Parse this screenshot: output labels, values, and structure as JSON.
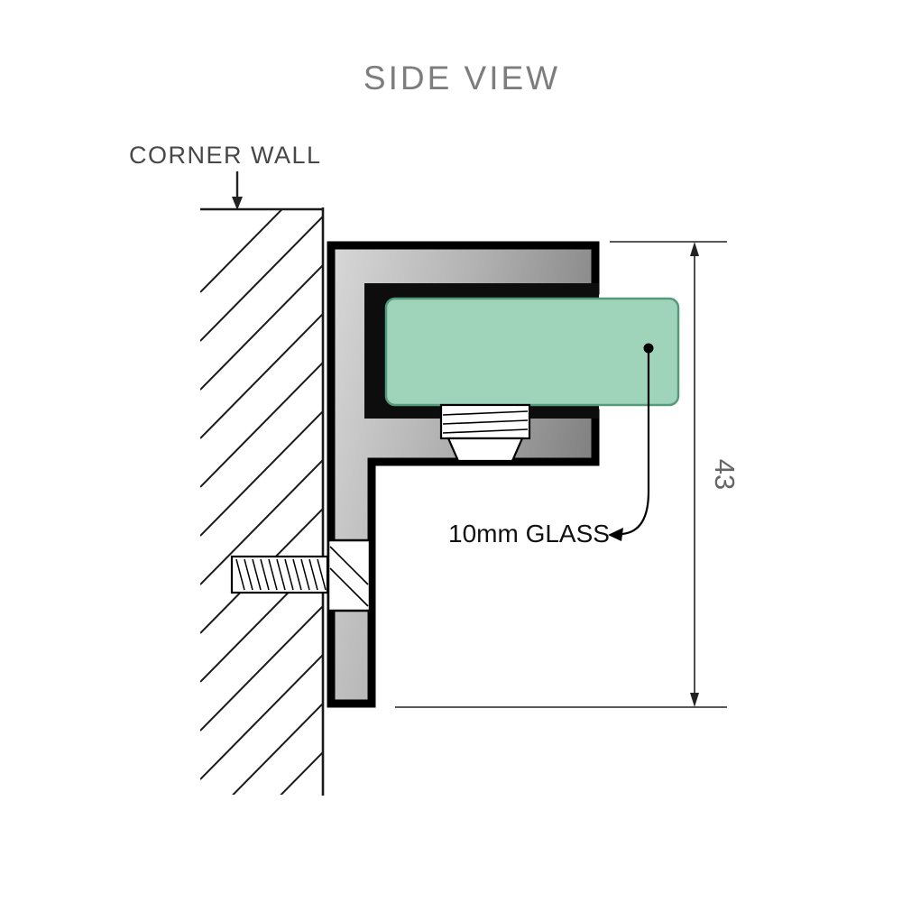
{
  "title": "SIDE VIEW",
  "annotations": {
    "corner_wall": "CORNER WALL",
    "glass": "10mm GLASS",
    "dimension_height": "43"
  },
  "colors": {
    "glass_fill": "#9fd4ba",
    "glass_stroke": "#569a7c",
    "bracket_light": "#d8d8d8",
    "bracket_mid": "#b2b2b2",
    "bracket_dark": "#838383",
    "outline": "#000000",
    "title_gray": "#7d7d7d",
    "label_dark": "#474747",
    "dimension_gray": "#666666"
  }
}
